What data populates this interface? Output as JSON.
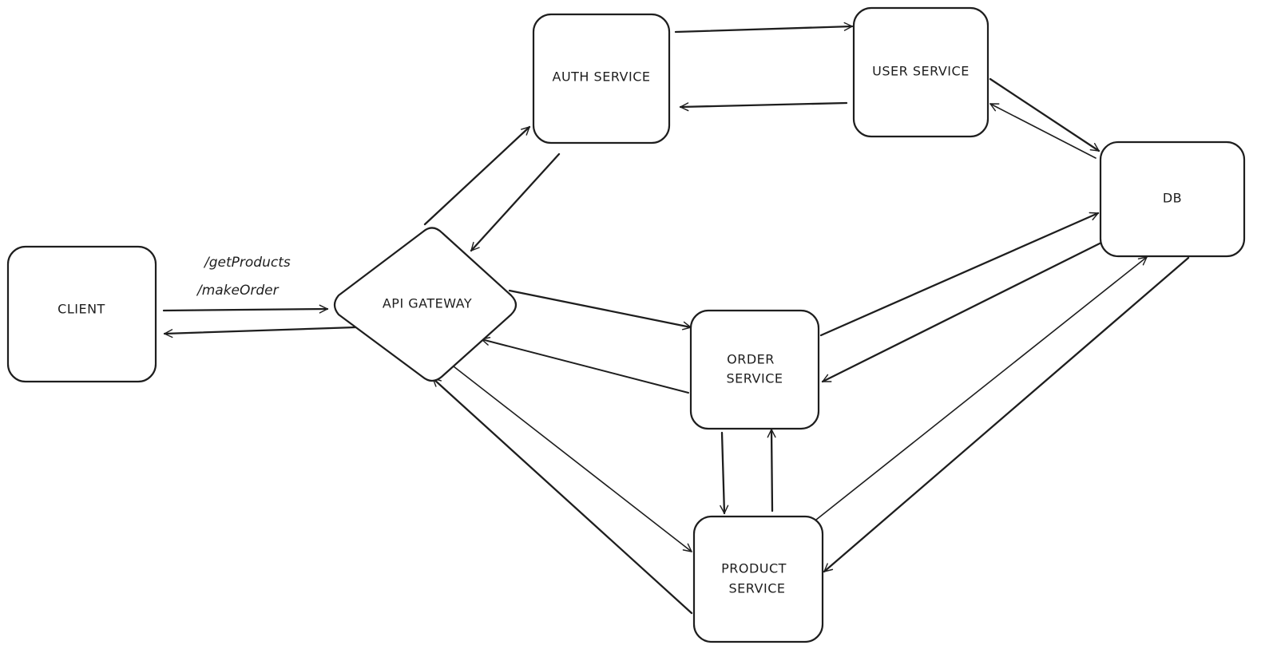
{
  "nodes": {
    "client": "CLIENT",
    "api_gateway": "API GATEWAY",
    "auth_service": "AUTH SERVICE",
    "user_service": "USER SERVICE",
    "db": "DB",
    "order_service": [
      "ORDER",
      "SERVICE"
    ],
    "product_service": [
      "PRODUCT",
      "SERVICE"
    ]
  },
  "edge_labels": {
    "get_products": "/getProducts",
    "make_order": "/makeOrder"
  }
}
